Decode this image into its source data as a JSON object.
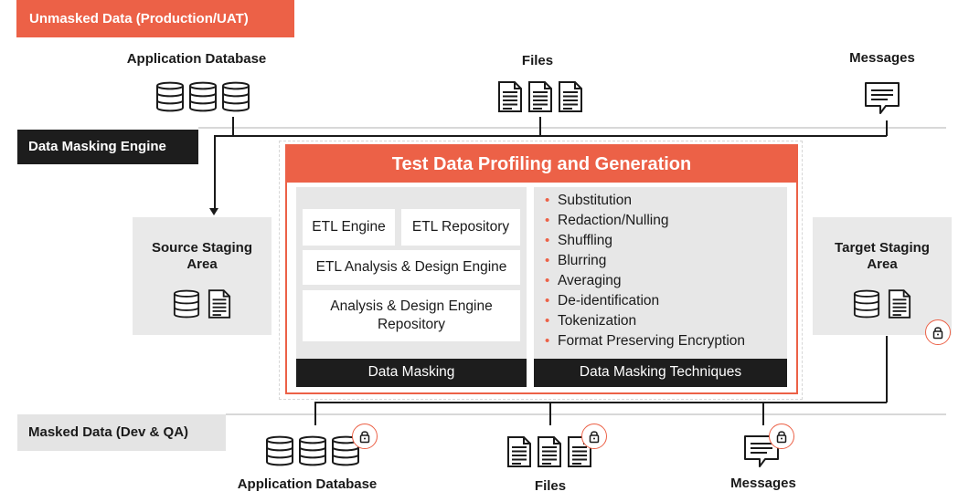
{
  "sections": {
    "unmasked": "Unmasked Data (Production/UAT)",
    "engine": "Data Masking  Engine",
    "masked": "Masked Data (Dev & QA)"
  },
  "sources": {
    "app_db": "Application Database",
    "files": "Files",
    "messages": "Messages"
  },
  "source_staging": {
    "title": "Source Staging Area"
  },
  "target_staging": {
    "title": "Target Staging Area"
  },
  "profiling": {
    "title": "Test Data Profiling and Generation",
    "left": {
      "etl_engine": "ETL Engine",
      "etl_repository": "ETL Repository",
      "etl_analysis": "ETL Analysis & Design Engine",
      "analysis_repository": "Analysis & Design Engine Repository",
      "footer": "Data Masking"
    },
    "right": {
      "techniques": [
        "Substitution",
        "Redaction/Nulling",
        "Shuffling",
        "Blurring",
        "Averaging",
        "De-identification",
        "Tokenization",
        "Format Preserving Encryption"
      ],
      "footer": "Data Masking Techniques"
    }
  },
  "targets": {
    "app_db": "Application Database",
    "files": "Files",
    "messages": "Messages"
  },
  "colors": {
    "accent": "#ec6147",
    "dark": "#1d1d1d",
    "panel": "#e7e7e7"
  },
  "icons": [
    "database-icon",
    "document-icon",
    "message-icon",
    "lock-icon"
  ]
}
